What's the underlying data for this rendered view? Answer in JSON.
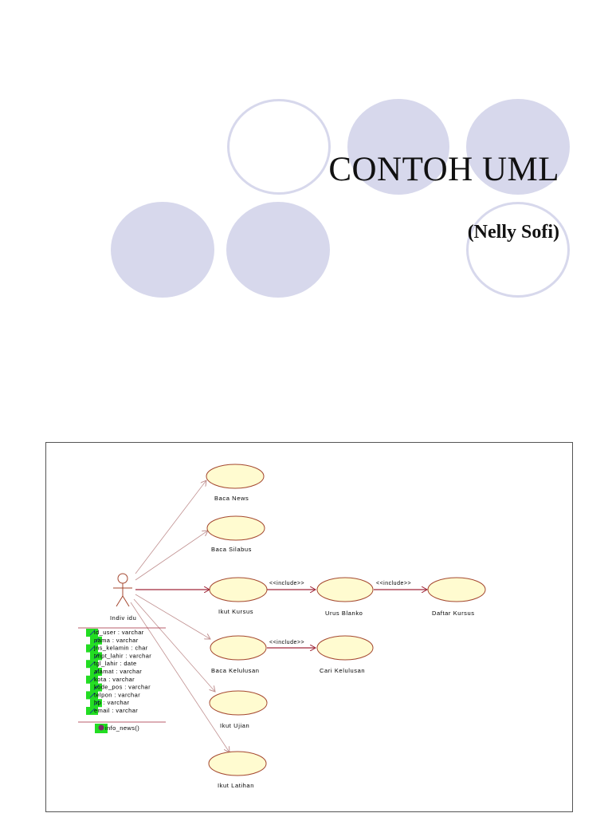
{
  "slide": {
    "title": "CONTOH UML",
    "subtitle": "(Nelly Sofi)"
  },
  "colors": {
    "circle_fill": "#d7d8ec",
    "use_case_fill": "#fffbd0",
    "use_case_stroke": "#a4472f",
    "include_line": "#a0283a",
    "attribute_icon": "#22dd22"
  },
  "diagram": {
    "actor": {
      "name": "Indiv idu"
    },
    "use_cases": {
      "baca_news": "Baca News",
      "baca_silabus": "Baca Silabus",
      "ikut_kursus": "Ikut Kursus",
      "urus_blanko": "Urus Blanko",
      "daftar_kursus": "Daftar Kursus",
      "baca_kelulusan": "Baca Kelulusan",
      "cari_kelulusan": "Cari Kelulusan",
      "ikut_ujian": "Ikut Ujian",
      "ikut_latihan": "Ikut Latihan"
    },
    "stereotypes": {
      "include_1": "<<include>>",
      "include_2": "<<include>>",
      "include_3": "<<include>>"
    },
    "class_attributes": [
      "id_user : varchar",
      "nama : varchar",
      "jns_kelamin : char",
      "tmpt_lahir : varchar",
      "tgl_lahir : date",
      "alamat : varchar",
      "kota : varchar",
      "kode_pos : varchar",
      "telpon : varchar",
      "hp : varchar",
      "email : varchar"
    ],
    "class_operations": [
      "info_news()"
    ]
  }
}
